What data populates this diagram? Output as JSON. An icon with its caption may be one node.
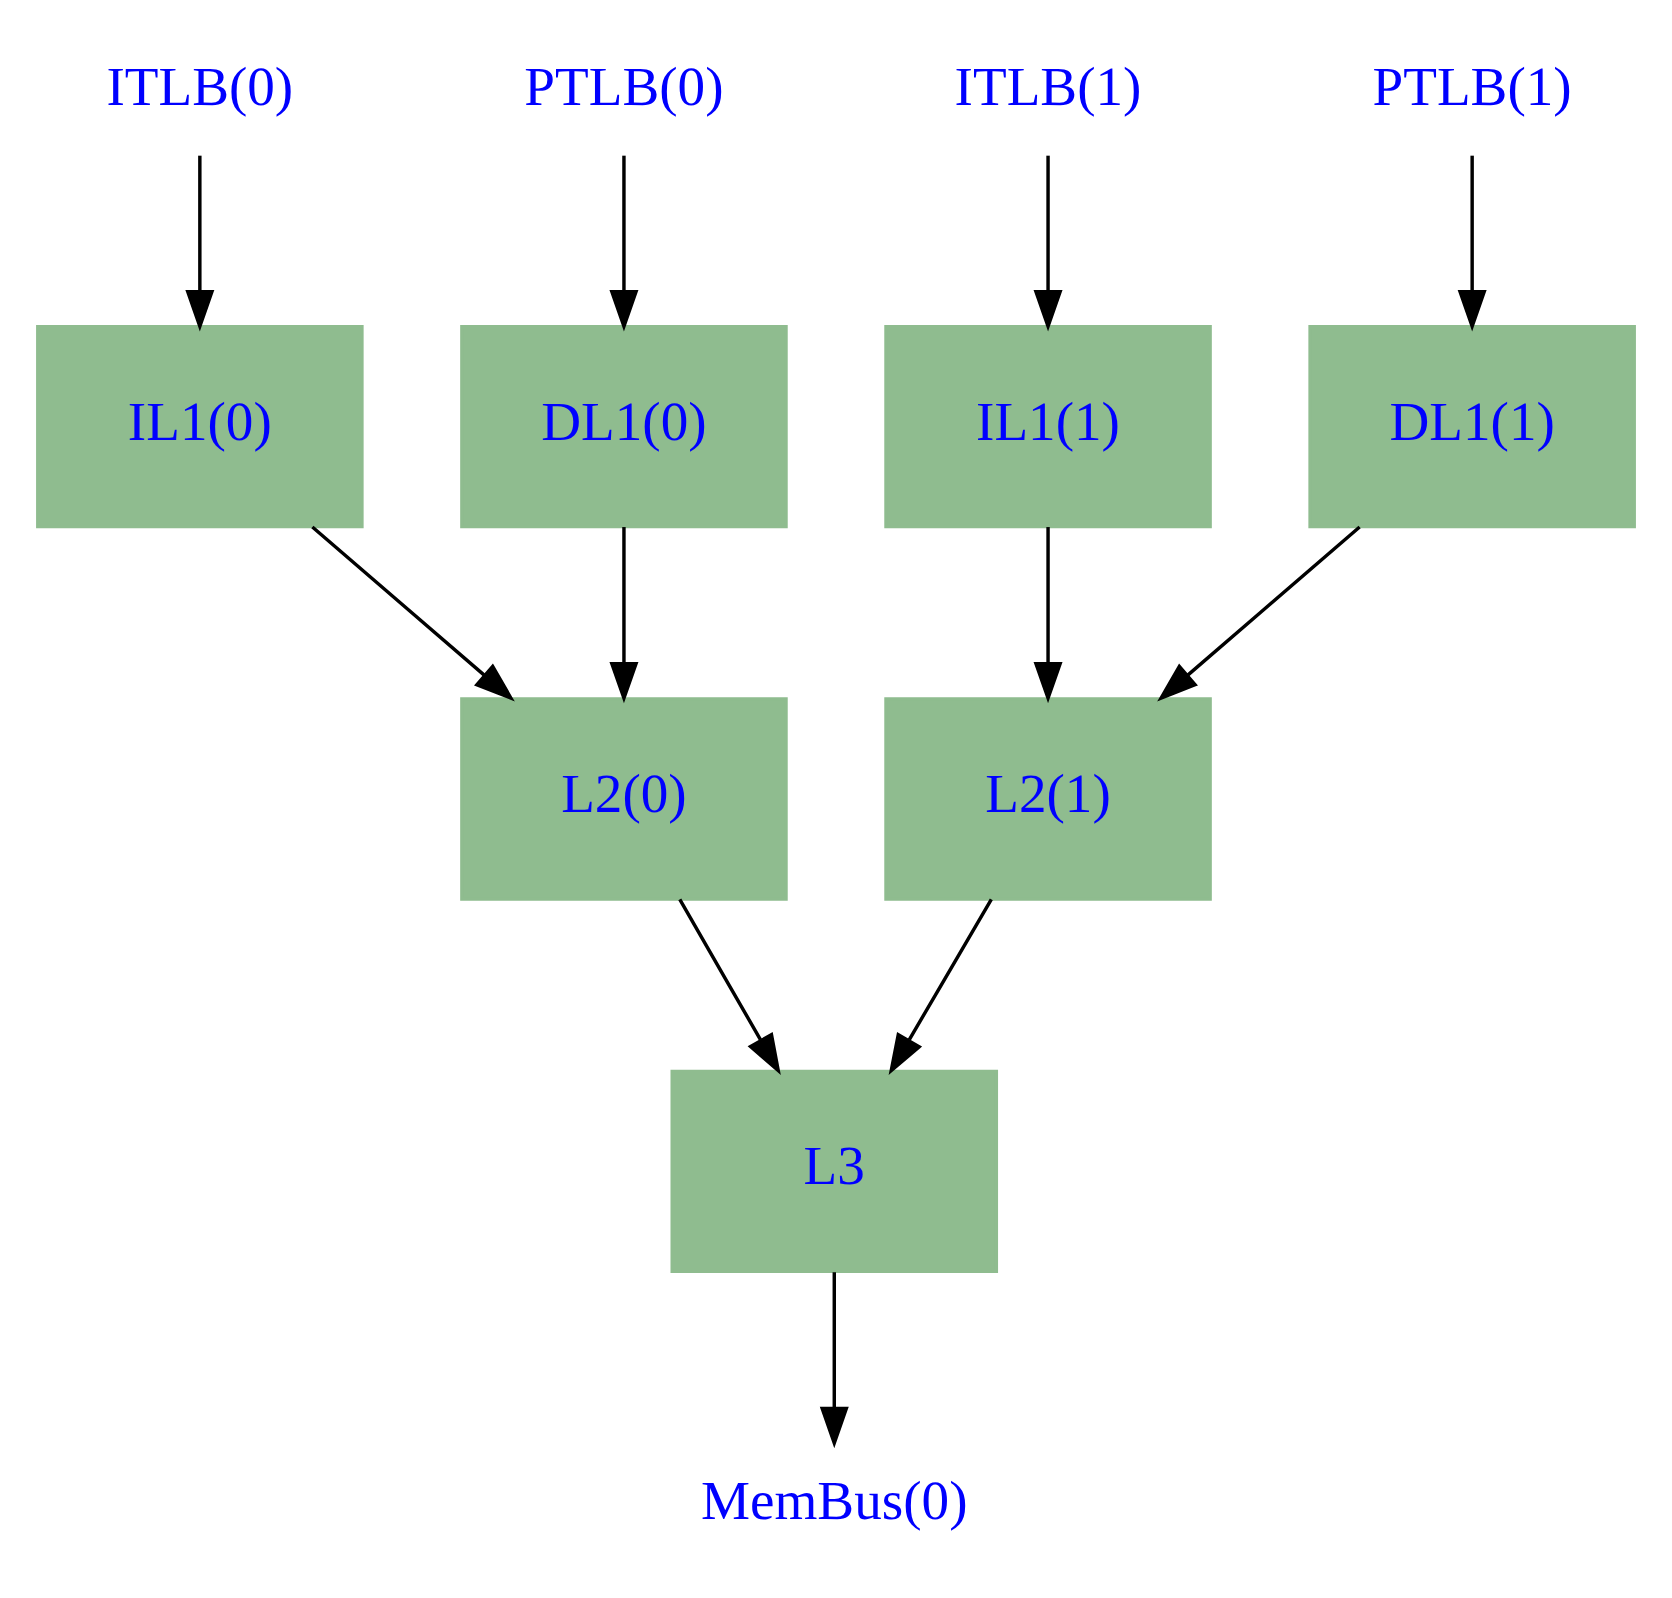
{
  "diagram": {
    "nodes": [
      {
        "text": [
          "ITLB(0)"
        ]
      },
      {
        "text": [
          "PTLB(0)"
        ]
      },
      {
        "text": [
          "ITLB(1)"
        ]
      },
      {
        "text": [
          "PTLB(1)"
        ]
      },
      {
        "text": [
          "IL1(0)"
        ]
      },
      {
        "text": [
          "DL1(0)"
        ]
      },
      {
        "text": [
          "IL1(1)"
        ]
      },
      {
        "text": [
          "DL1(1)"
        ]
      },
      {
        "text": [
          "L2(0)"
        ]
      },
      {
        "text": [
          "L2(1)"
        ]
      },
      {
        "text": [
          "L3"
        ]
      },
      {
        "text": [
          "MemBus(0)"
        ]
      }
    ],
    "edges": [
      {
        "from": 0,
        "to": 4,
        "arrow": "to"
      },
      {
        "from": 1,
        "to": 5,
        "arrow": "to"
      },
      {
        "from": 2,
        "to": 6,
        "arrow": "to"
      },
      {
        "from": 3,
        "to": 7,
        "arrow": "to"
      },
      {
        "from": 4,
        "to": 8,
        "arrow": "to"
      },
      {
        "from": 5,
        "to": 8,
        "arrow": "to"
      },
      {
        "from": 6,
        "to": 9,
        "arrow": "to"
      },
      {
        "from": 7,
        "to": 9,
        "arrow": "to"
      },
      {
        "from": 8,
        "to": 10,
        "arrow": "to"
      },
      {
        "from": 9,
        "to": 10,
        "arrow": "to"
      },
      {
        "from": 10,
        "to": 11,
        "arrow": "to"
      }
    ]
  }
}
